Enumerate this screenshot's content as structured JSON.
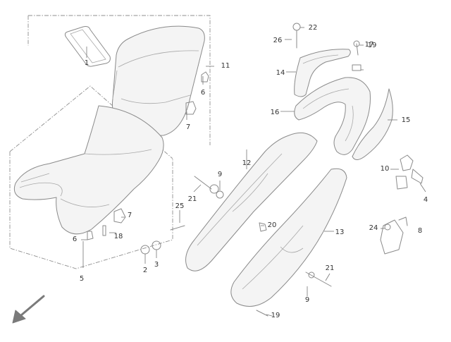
{
  "diagram": {
    "type": "exploded-parts-diagram",
    "colors": {
      "line": "#8a8a8a",
      "label": "#333333",
      "background": "#ffffff"
    },
    "part_numbers": [
      "1",
      "2",
      "3",
      "4",
      "5",
      "6",
      "6",
      "7",
      "7",
      "8",
      "9",
      "9",
      "10",
      "11",
      "12",
      "13",
      "14",
      "15",
      "16",
      "17",
      "18",
      "19",
      "19",
      "20",
      "21",
      "21",
      "22",
      "24",
      "25",
      "26"
    ],
    "icons": [
      "direction-arrow-icon"
    ]
  }
}
